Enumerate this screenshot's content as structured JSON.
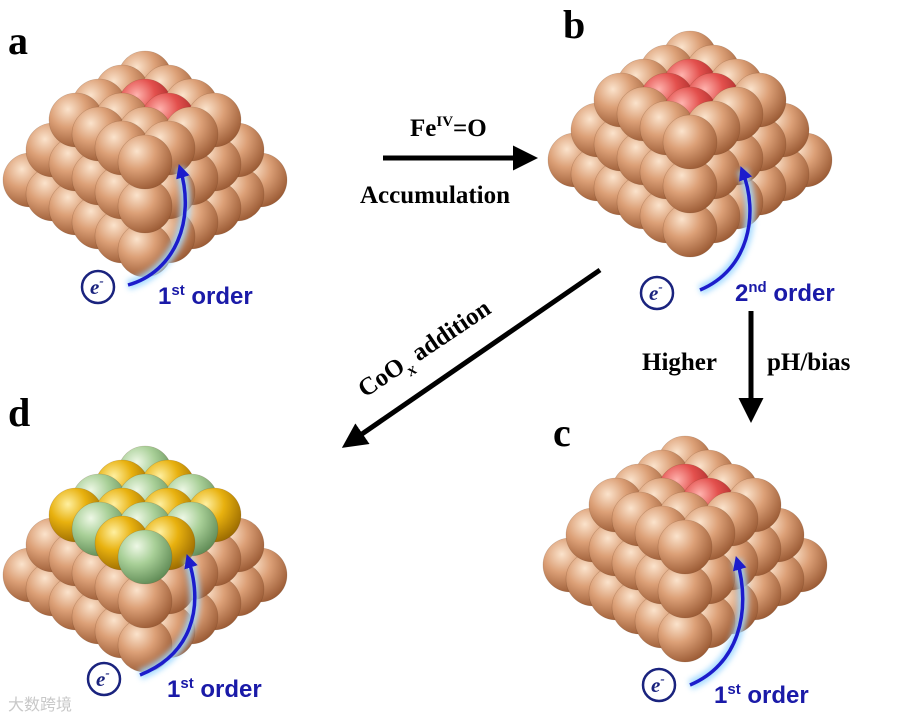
{
  "panels": [
    {
      "id": "a",
      "label": "a",
      "order_prefix": "1",
      "order_sup": "st",
      "order_word": " order",
      "electron": "e",
      "electron_sup": "-",
      "highlight": "pair"
    },
    {
      "id": "b",
      "label": "b",
      "order_prefix": "2",
      "order_sup": "nd",
      "order_word": " order",
      "electron": "e",
      "electron_sup": "-",
      "highlight": "four"
    },
    {
      "id": "c",
      "label": "c",
      "order_prefix": "1",
      "order_sup": "st",
      "order_word": " order",
      "electron": "e",
      "electron_sup": "-",
      "highlight": "pair"
    },
    {
      "id": "d",
      "label": "d",
      "order_prefix": "1",
      "order_sup": "st",
      "order_word": " order",
      "electron": "e",
      "electron_sup": "-",
      "highlight": "coox"
    }
  ],
  "arrows": {
    "a_to_b": {
      "top_main": "Fe",
      "top_sup": "IV",
      "top_rest": "=O",
      "bottom": "Accumulation"
    },
    "b_to_c": {
      "left": "Higher",
      "right": "pH/bias"
    },
    "b_to_d": {
      "main": "CoO",
      "sub": "x",
      "rest": " addition"
    }
  },
  "watermark": "大数跨境",
  "colors": {
    "copper": "#d69a6b",
    "active_red": "#e0504d",
    "gold": "#e8b10f",
    "green": "#a8cf97",
    "electron_path": "#1c1ccc",
    "label_blue": "#1a1aa8"
  }
}
